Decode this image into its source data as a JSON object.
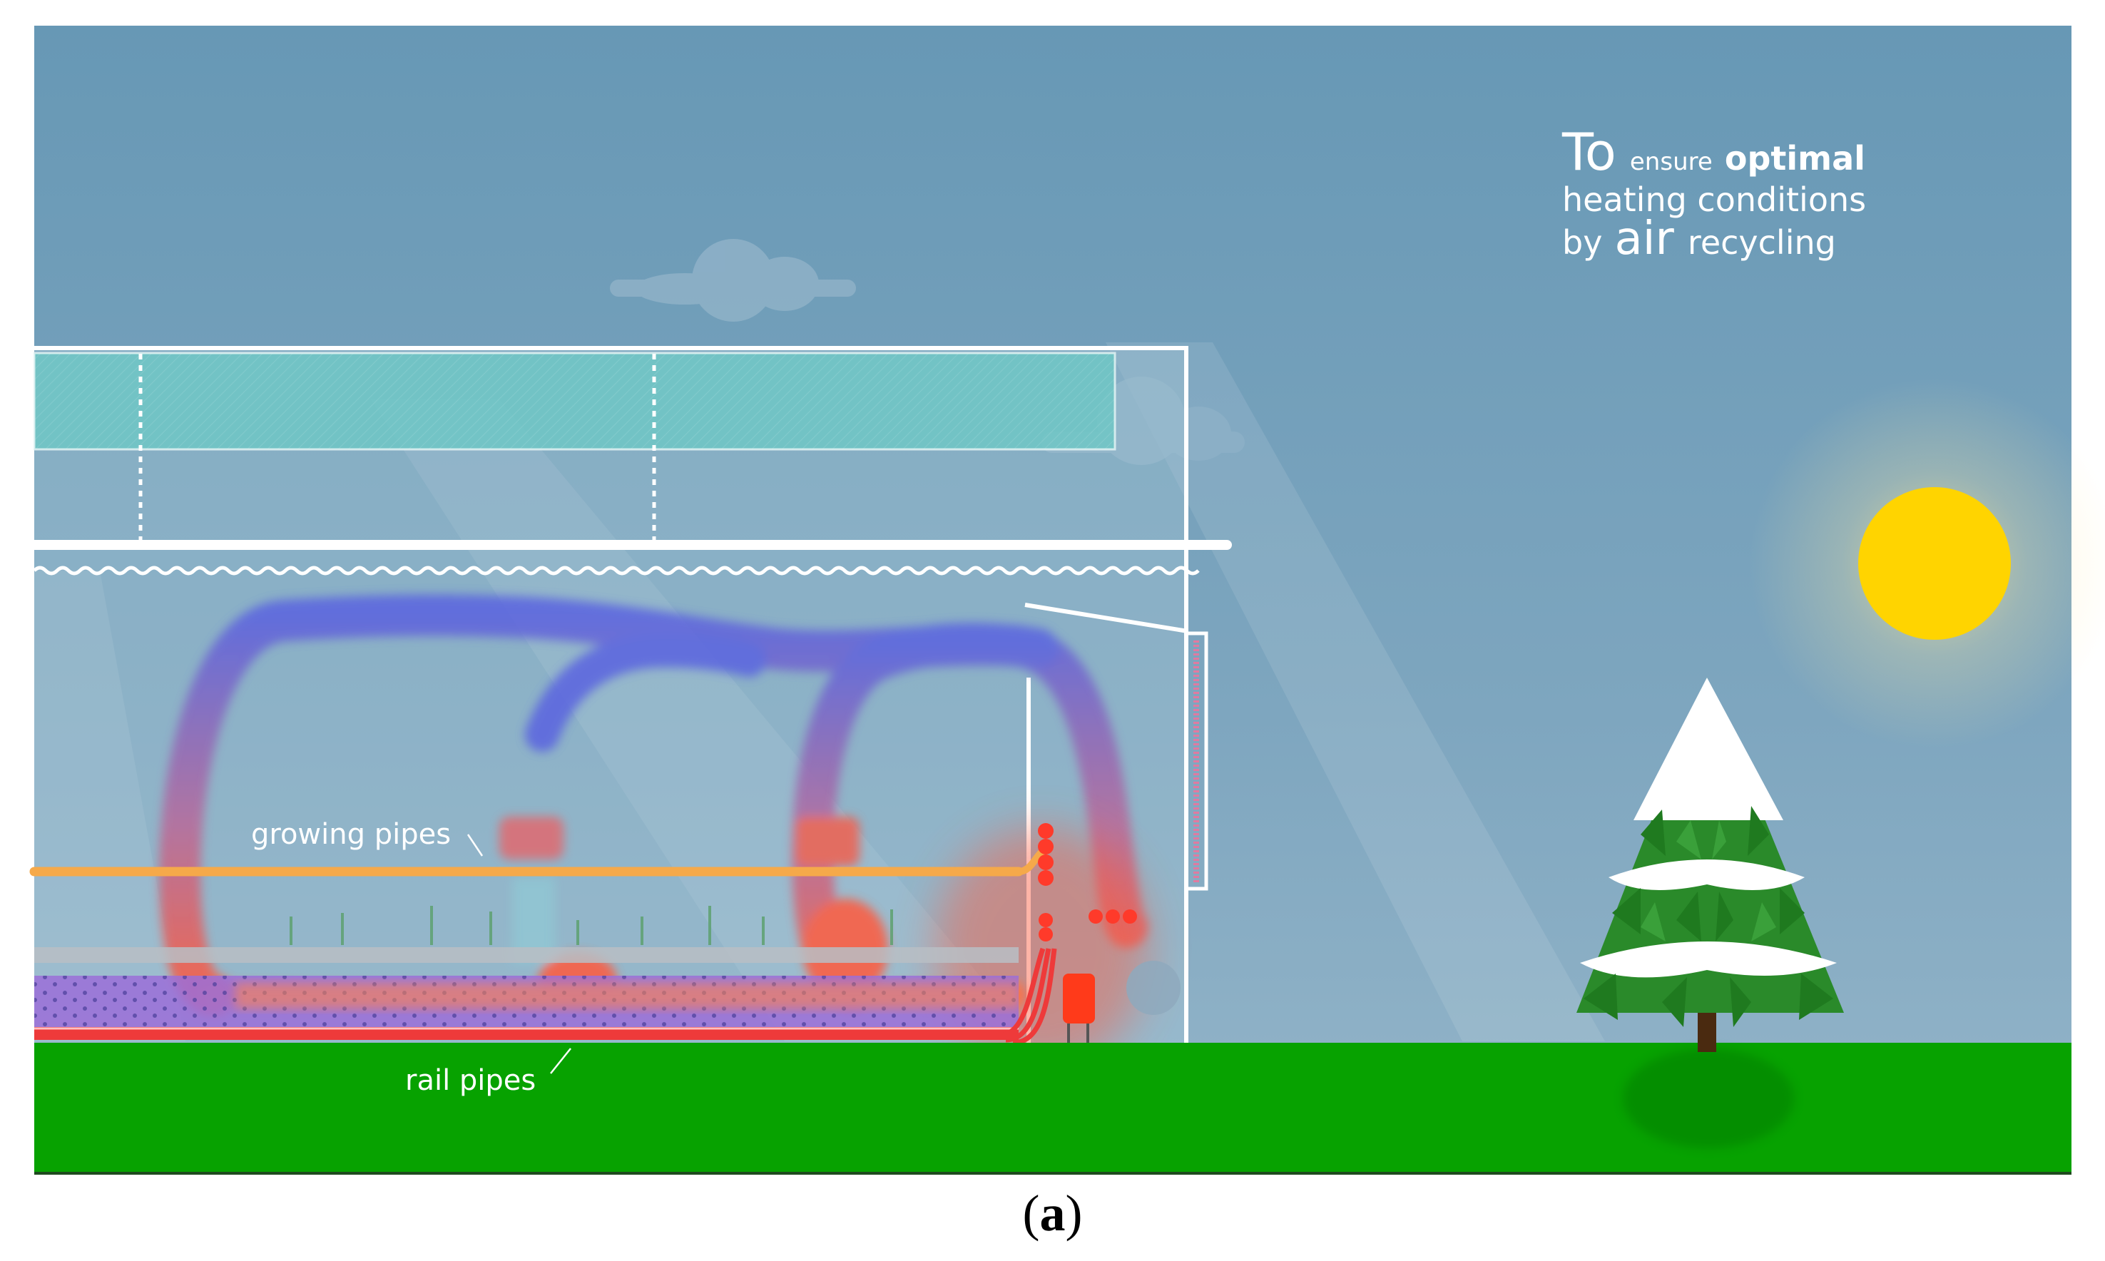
{
  "headline": {
    "line1_big": "To",
    "line1_small": "ensure",
    "line1_bold": "optimal",
    "line2": "heating conditions",
    "line3_start": "by",
    "line3_big": "air",
    "line3_end": "recycling"
  },
  "labels": {
    "growing_pipes": "growing pipes",
    "rail_pipes": "rail pipes"
  },
  "caption": {
    "open": "(",
    "letter": "a",
    "close": ")"
  },
  "colors": {
    "sky": "#6e9bb7",
    "ground": "#07a200",
    "sun": "#ffd400",
    "warm_air": "#ff5a3c",
    "cool_air": "#5a6de0",
    "growing_pipe": "#f5a94a",
    "rail_pipe": "#ee3a3a"
  },
  "icons": [
    "sun-icon",
    "cloud-icon",
    "snowy-tree-icon",
    "heater-icon",
    "fan-icon"
  ]
}
